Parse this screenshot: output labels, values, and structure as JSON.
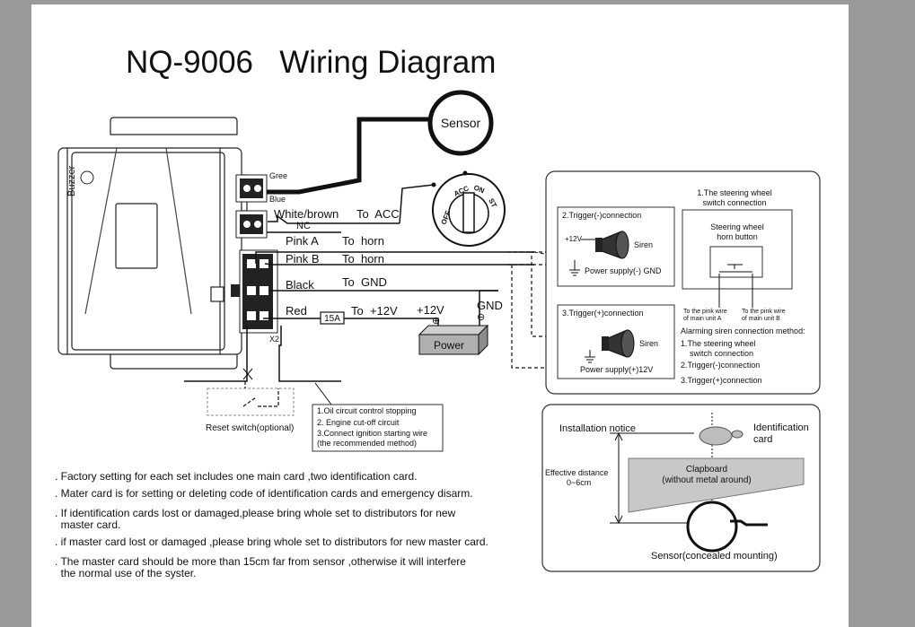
{
  "title": "NQ-9006   Wiring Diagram",
  "main_unit": {
    "buzzer_label": "Buzzer"
  },
  "sensor": {
    "label": "Sensor",
    "wire_green": "Gree",
    "wire_blue": "Blue"
  },
  "ignition": {
    "positions": [
      "OFF",
      "ACC",
      "ON",
      "ST"
    ],
    "wire_label": "White/brown",
    "to_label": "To  ACC"
  },
  "wires": [
    {
      "label": "NC",
      "to": ""
    },
    {
      "label": "Pink A",
      "to": "To  horn"
    },
    {
      "label": "Pink B",
      "to": "To  horn"
    },
    {
      "label": "Black",
      "to": "To  GND"
    },
    {
      "label": "Red",
      "to": "To  +12V"
    }
  ],
  "fuse": "15A",
  "battery": {
    "label": "Power",
    "plus": "+12V",
    "gnd": "GND",
    "plus_sym": "⊕",
    "minus_sym": "⊖"
  },
  "x2_label": "X2",
  "reset_switch": "Reset switch(optional)",
  "cutoff_notes": [
    "1.Oil circuit control stopping",
    "2. Engine cut-off circuit",
    "3.Connect ignition starting wire",
    "(the recommended method)"
  ],
  "connection_box": {
    "trigger_minus_title": "2.Trigger(-)connection",
    "trigger_minus_12v": "+12V",
    "trigger_minus_siren": "Siren",
    "trigger_minus_supply": "Power supply(-) GND",
    "steering_title": [
      "1.The steering wheel",
      "switch connection"
    ],
    "steering_button": [
      "Steering wheel",
      "horn button"
    ],
    "pink_a_note": [
      "To the pink wire",
      "of main unit  A"
    ],
    "pink_b_note": [
      "To the pink wire",
      "of main unit  B"
    ],
    "trigger_plus_title": "3.Trigger(+)connection",
    "trigger_plus_siren": "Siren",
    "trigger_plus_supply": "Power supply(+)12V",
    "methods_title": "Alarming siren connection method:",
    "methods": [
      "1.The steering wheel",
      "switch connection",
      "2.Trigger(-)connection",
      "3.Trigger(+)connection"
    ]
  },
  "install_box": {
    "notice": "Installation notice",
    "id_card": [
      "Identification",
      "card"
    ],
    "distance": [
      "Effective distance",
      "0~6cm"
    ],
    "clapboard": [
      "Clapboard",
      "(without metal around)"
    ],
    "sensor": "Sensor(concealed mounting)"
  },
  "notes": [
    ". Factory setting for each set includes one main card ,two identification card.",
    ". Mater card is for setting or deleting code of identification cards and emergency disarm.",
    ". If identification cards lost or damaged,please bring whole set to distributors for new",
    "  master card.",
    ". if master card lost or damaged ,please bring whole set to distributors for new master card.",
    ". The master card should be more than 15cm far from sensor ,otherwise it will interfere",
    "  the normal use of the syster."
  ]
}
